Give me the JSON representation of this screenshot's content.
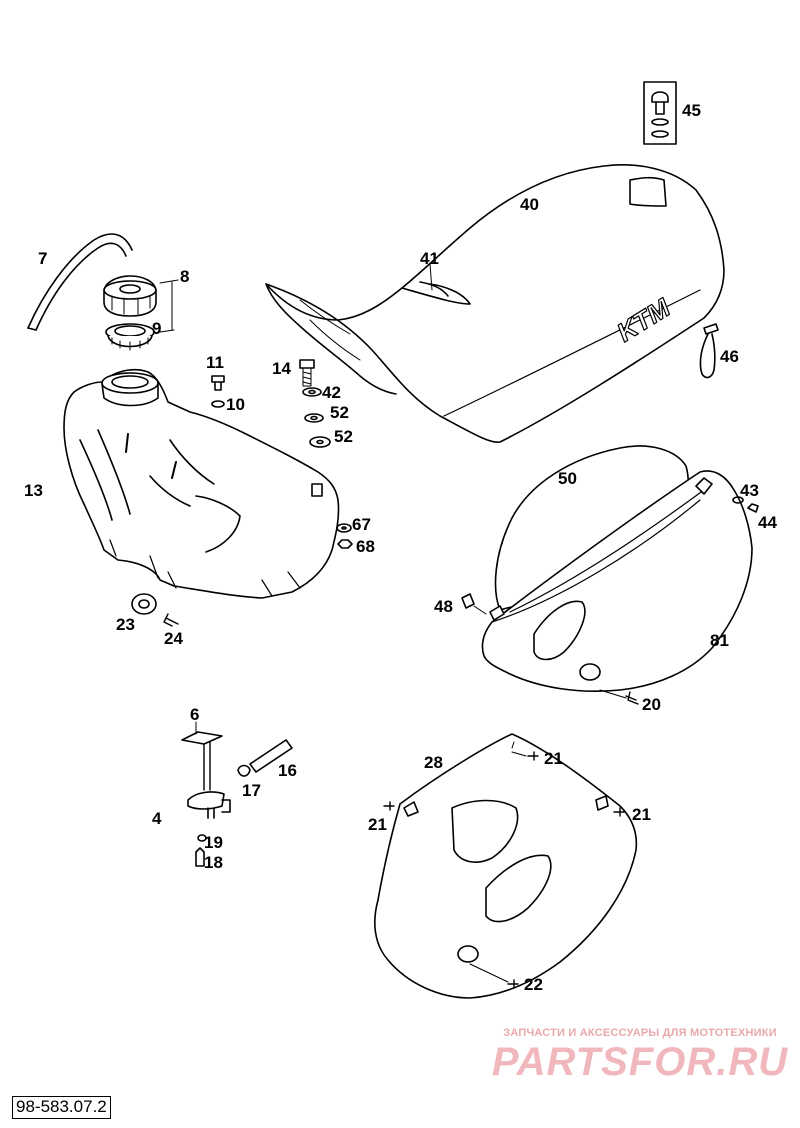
{
  "diagram": {
    "code": "98-583.07.2",
    "parts": [
      {
        "key": "p7",
        "text": "7"
      },
      {
        "key": "p8",
        "text": "8"
      },
      {
        "key": "p9",
        "text": "9"
      },
      {
        "key": "p11",
        "text": "11"
      },
      {
        "key": "p10",
        "text": "10"
      },
      {
        "key": "p14",
        "text": "14"
      },
      {
        "key": "p42",
        "text": "42"
      },
      {
        "key": "p52a",
        "text": "52"
      },
      {
        "key": "p52b",
        "text": "52"
      },
      {
        "key": "p13",
        "text": "13"
      },
      {
        "key": "p67",
        "text": "67"
      },
      {
        "key": "p68",
        "text": "68"
      },
      {
        "key": "p23",
        "text": "23"
      },
      {
        "key": "p24",
        "text": "24"
      },
      {
        "key": "p45",
        "text": "45"
      },
      {
        "key": "p40",
        "text": "40"
      },
      {
        "key": "p41",
        "text": "41"
      },
      {
        "key": "p46",
        "text": "46"
      },
      {
        "key": "p50",
        "text": "50"
      },
      {
        "key": "p43",
        "text": "43"
      },
      {
        "key": "p44",
        "text": "44"
      },
      {
        "key": "p48",
        "text": "48"
      },
      {
        "key": "p81",
        "text": "81"
      },
      {
        "key": "p20",
        "text": "20"
      },
      {
        "key": "p6",
        "text": "6"
      },
      {
        "key": "p16",
        "text": "16"
      },
      {
        "key": "p17",
        "text": "17"
      },
      {
        "key": "p4",
        "text": "4"
      },
      {
        "key": "p19",
        "text": "19"
      },
      {
        "key": "p18",
        "text": "18"
      },
      {
        "key": "p28",
        "text": "28"
      },
      {
        "key": "p21a",
        "text": "21"
      },
      {
        "key": "p21b",
        "text": "21"
      },
      {
        "key": "p21c",
        "text": "21"
      },
      {
        "key": "p22",
        "text": "22"
      }
    ]
  },
  "watermark": {
    "tagline": "ЗАПЧАСТИ И АКСЕССУАРЫ ДЛЯ МОТОТЕХНИКИ",
    "brand": "PARTSFOR.RU"
  },
  "seat_logo": "KTM",
  "colors": {
    "line": "#000000",
    "watermark": "#f0b8bc"
  }
}
